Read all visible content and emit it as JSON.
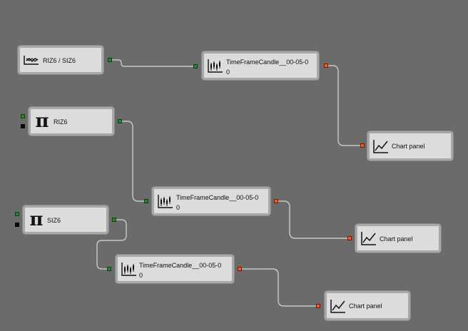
{
  "nodes": {
    "security_pair": {
      "label": "RIZ6 / SIZ6",
      "icon": "security-pair-icon"
    },
    "security_riz6": {
      "label": "RIZ6",
      "icon": "pi-icon"
    },
    "security_siz6": {
      "label": "SIZ6",
      "icon": "pi-icon"
    },
    "candle_1": {
      "label": "TimeFrameCandle__00-05-0",
      "value": "0",
      "icon": "candles-icon"
    },
    "candle_2": {
      "label": "TimeFrameCandle__00-05-0",
      "value": "0",
      "icon": "candles-icon"
    },
    "candle_3": {
      "label": "TimeFrameCandle__00-05-0",
      "value": "0",
      "icon": "candles-icon"
    },
    "chart_1": {
      "label": "Chart panel",
      "icon": "line-chart-icon"
    },
    "chart_2": {
      "label": "Chart panel",
      "icon": "line-chart-icon"
    },
    "chart_3": {
      "label": "Chart panel",
      "icon": "line-chart-icon"
    }
  },
  "colors": {
    "background": "#6b6b6b",
    "node_fill": "#dcdcdc",
    "node_border": "#a8a8a8",
    "wire": "#c8c8c8",
    "port_green": "#1f8a2a",
    "port_orange": "#ff5a1a",
    "port_black": "#0a0a0a"
  }
}
